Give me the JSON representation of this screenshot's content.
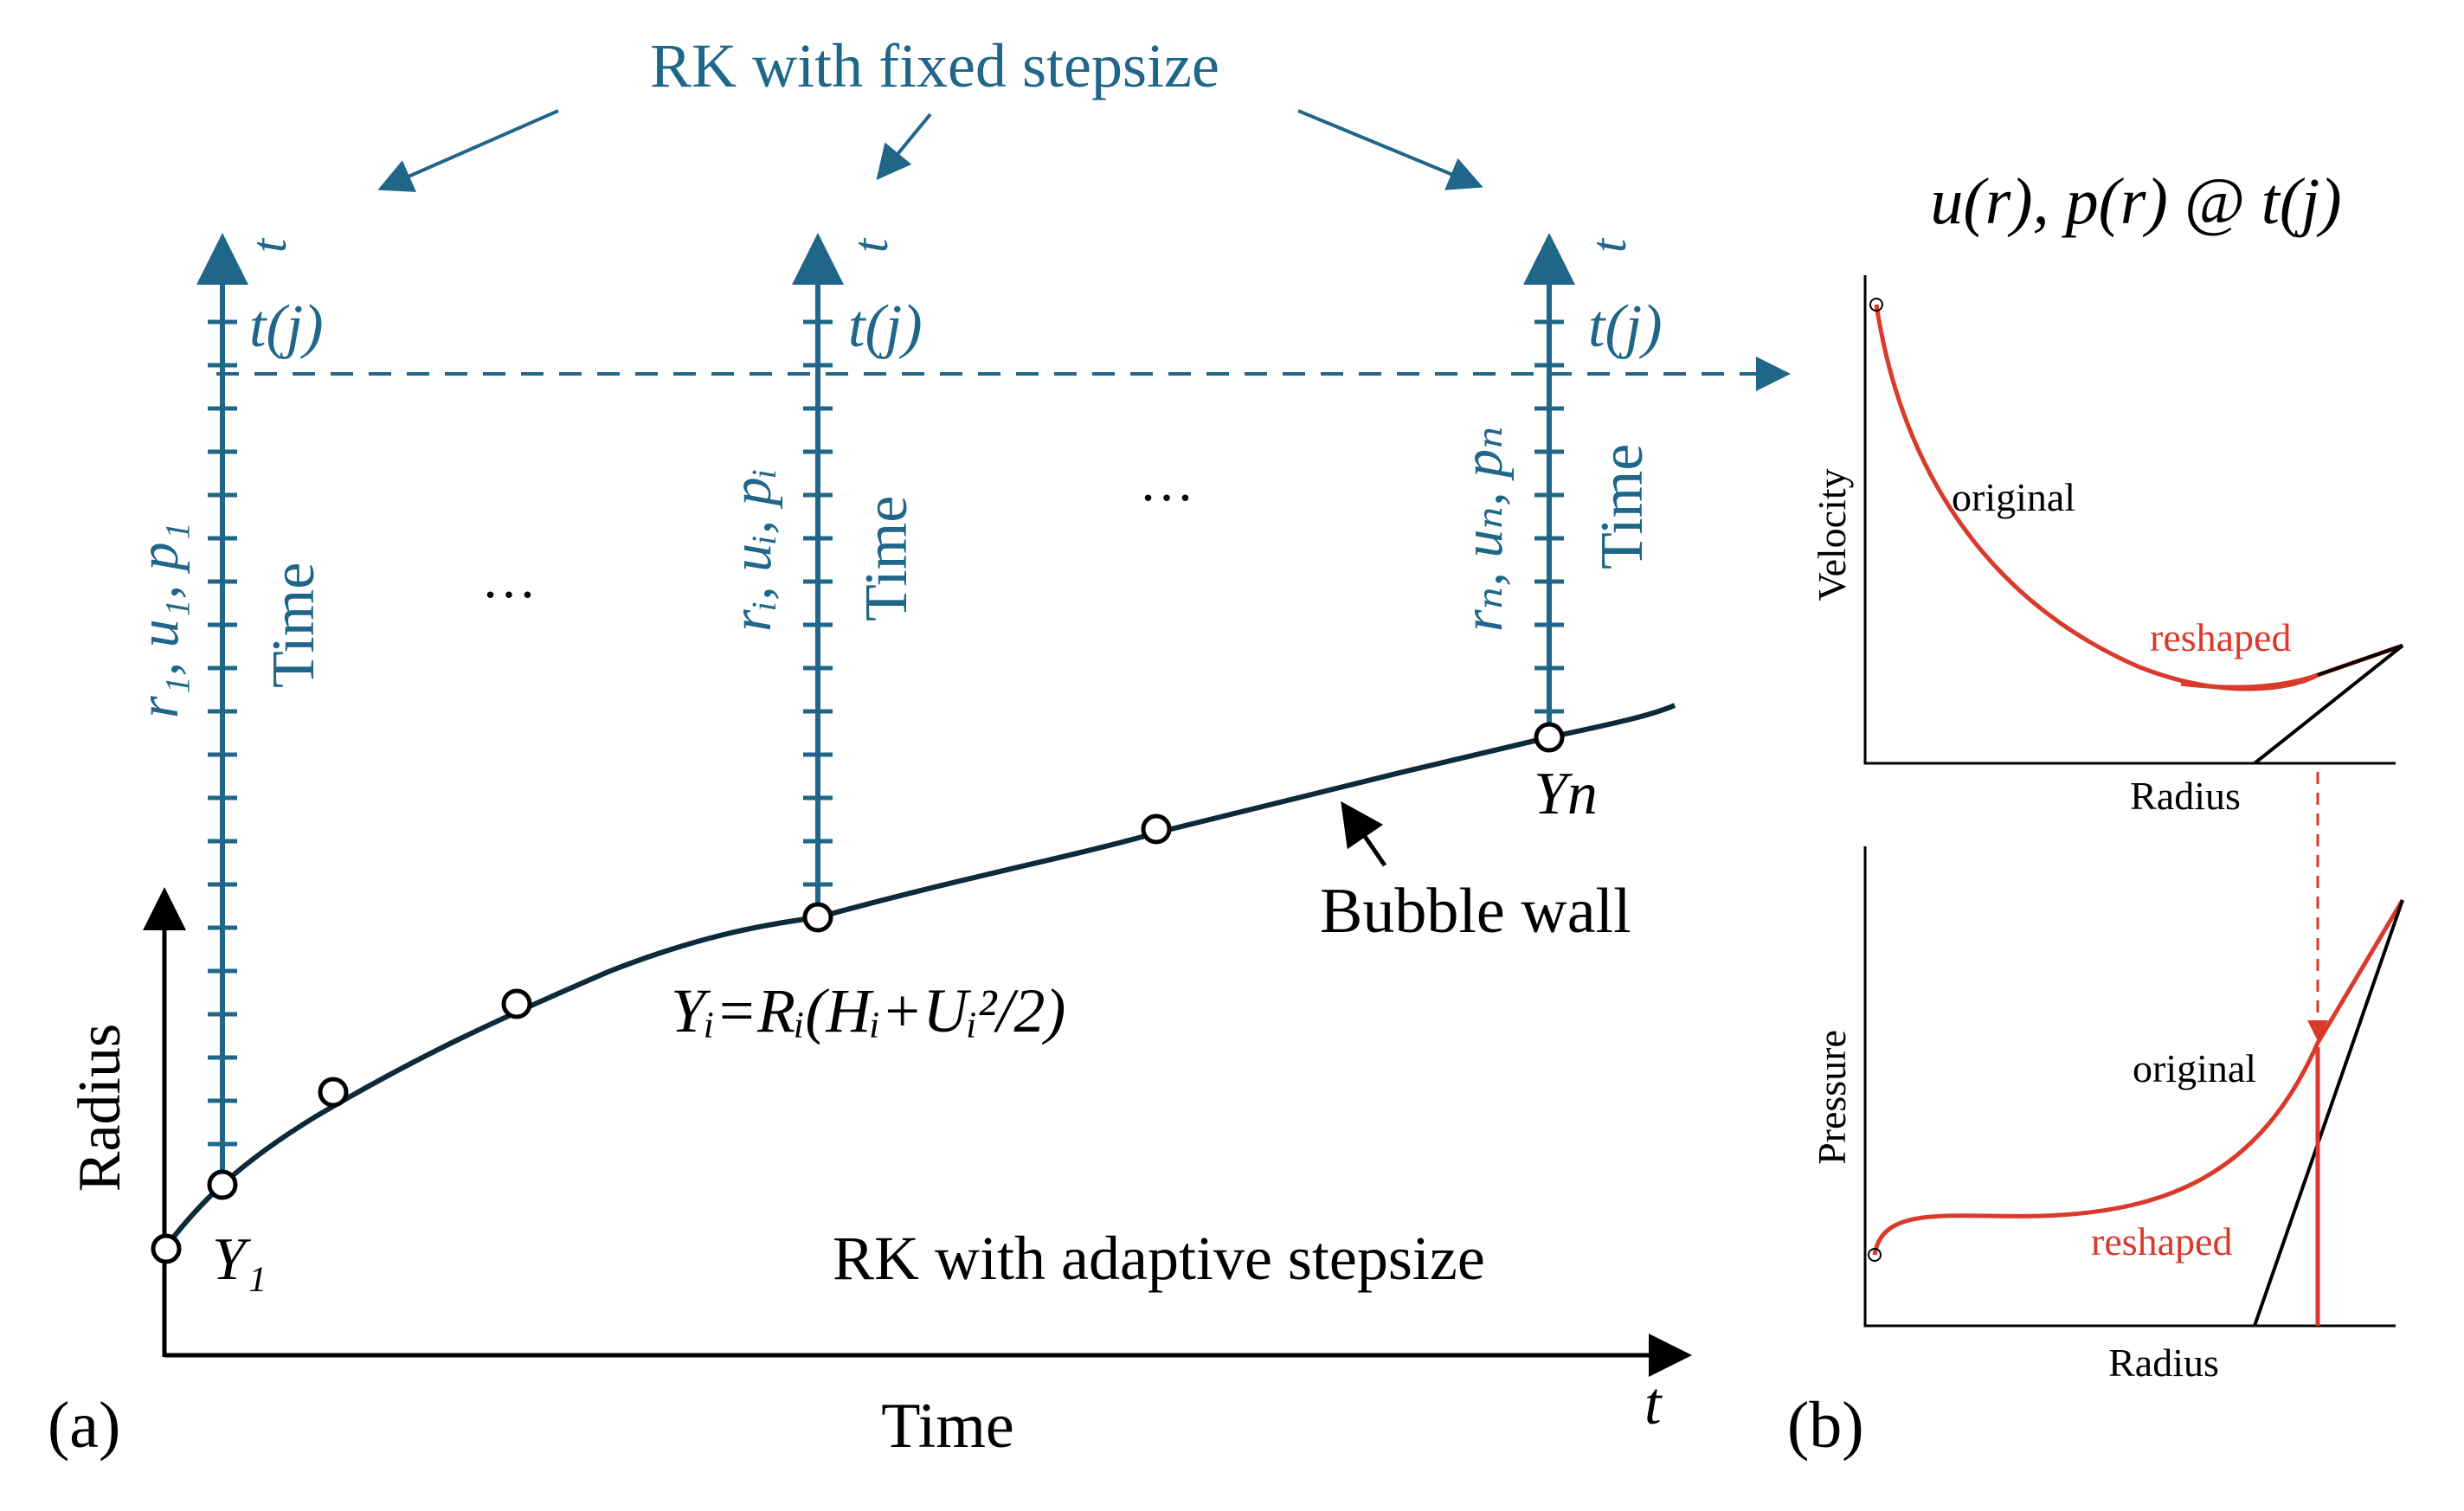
{
  "panel_a": {
    "top_label": "RK with fixed stepsize",
    "axis_t": "t",
    "axis_tj": "t(j)",
    "axis_time": "Time",
    "vars_1": "r₁, u₁, p₁",
    "vars_i": "rᵢ, uᵢ, pᵢ",
    "vars_n": "rₙ, uₙ, pₙ",
    "ellipsis": "…",
    "radius_label": "Radius",
    "x_label": "Time",
    "x_axis_t": "t",
    "panel_label": "(a)",
    "Y1": "Y₁",
    "Yn": "Yn",
    "Yi_eq": "Yᵢ=Rᵢ(Hᵢ+Uᵢ²/2)",
    "bubble_wall": "Bubble wall",
    "adaptive": "RK with adaptive stepsize"
  },
  "panel_b": {
    "title": "u(r), p(r) @ t(j)",
    "top_ylabel": "Velocity",
    "top_xlabel": "Radius",
    "top_original": "original",
    "top_reshaped": "reshaped",
    "bottom_ylabel": "Pressure",
    "bottom_xlabel": "Radius",
    "bottom_original": "original",
    "bottom_reshaped": "reshaped",
    "panel_label": "(b)"
  },
  "colors": {
    "teal": "#1f6689",
    "red": "#d93a2b",
    "curve": "#0d2a3a"
  }
}
